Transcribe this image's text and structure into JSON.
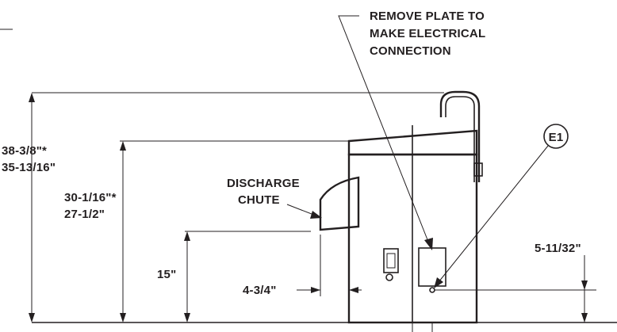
{
  "diagram": {
    "callouts": {
      "remove_plate": [
        "REMOVE PLATE TO",
        "MAKE ELECTRICAL",
        "CONNECTION"
      ],
      "discharge_chute": [
        "DISCHARGE",
        "CHUTE"
      ],
      "e1_label": "E1"
    },
    "dimensions": {
      "overall_height": [
        "38-3/8\"*",
        "35-13/16\""
      ],
      "body_height": [
        "30-1/16\"*",
        "27-1/2\""
      ],
      "chute_height": "15\"",
      "chute_offset": "4-3/4\"",
      "electrical_height": "5-11/32\""
    },
    "colors": {
      "line": "#231f20",
      "background": "#ffffff"
    }
  }
}
